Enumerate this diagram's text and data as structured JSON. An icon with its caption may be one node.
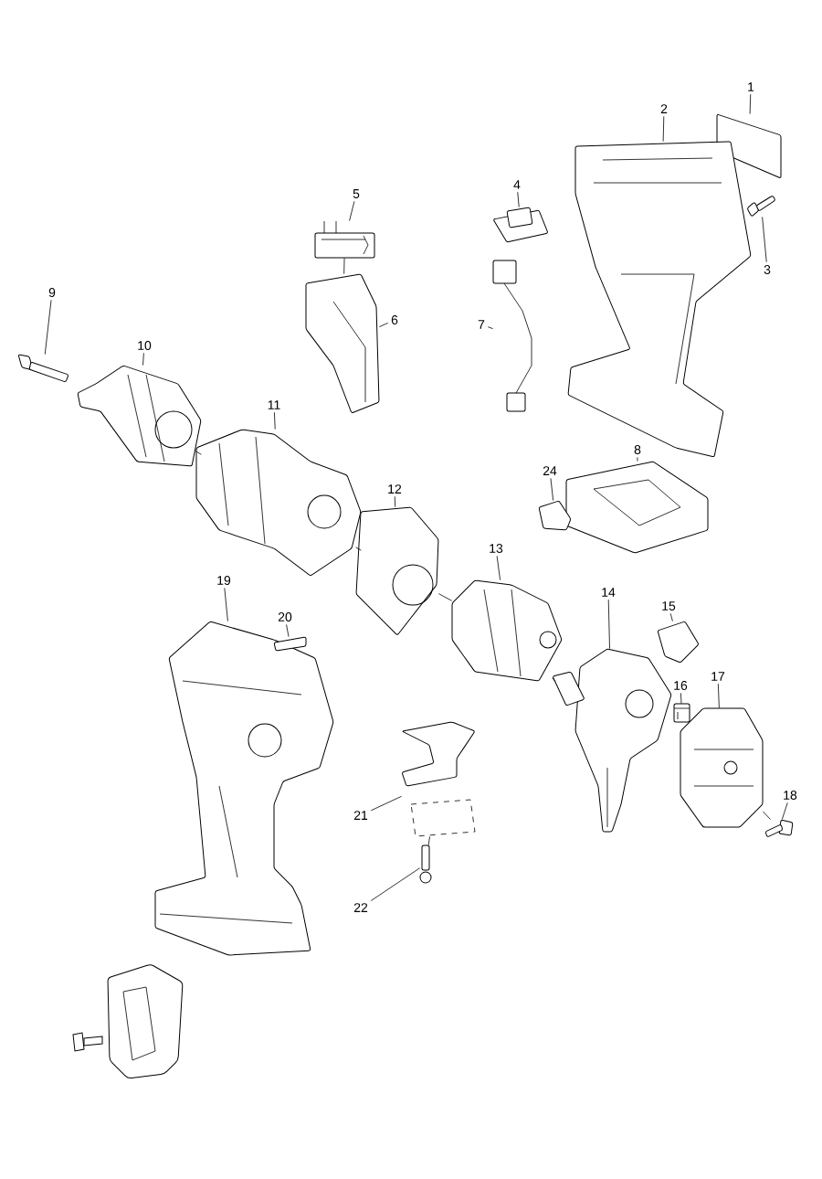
{
  "diagram": {
    "nodes": [
      {
        "text": [
          "1"
        ]
      },
      {
        "text": [],
        "shape": "picture"
      },
      {
        "text": [
          "2"
        ]
      },
      {
        "text": [],
        "shape": "picture"
      },
      {
        "text": [
          "3"
        ]
      },
      {
        "text": [],
        "shape": "picture"
      },
      {
        "text": [
          "4"
        ]
      },
      {
        "text": [],
        "shape": "picture"
      },
      {
        "text": [
          "5"
        ]
      },
      {
        "text": [],
        "shape": "picture"
      },
      {
        "text": [
          "6"
        ]
      },
      {
        "text": [],
        "shape": "picture"
      },
      {
        "text": [
          "7"
        ]
      },
      {
        "text": [],
        "shape": "picture"
      },
      {
        "text": [
          "8"
        ]
      },
      {
        "text": [],
        "shape": "picture"
      },
      {
        "text": [
          "9"
        ]
      },
      {
        "text": [],
        "shape": "picture"
      },
      {
        "text": [
          "10"
        ]
      },
      {
        "text": [],
        "shape": "picture"
      },
      {
        "text": [
          "11"
        ]
      },
      {
        "text": [],
        "shape": "picture"
      },
      {
        "text": [
          "12"
        ]
      },
      {
        "text": [],
        "shape": "picture"
      },
      {
        "text": [
          "13"
        ]
      },
      {
        "text": [],
        "shape": "picture"
      },
      {
        "text": [
          "14"
        ]
      },
      {
        "text": [],
        "shape": "picture"
      },
      {
        "text": [
          "15"
        ]
      },
      {
        "text": [],
        "shape": "picture"
      },
      {
        "text": [
          "16"
        ]
      },
      {
        "text": [],
        "shape": "picture"
      },
      {
        "text": [
          "17"
        ]
      },
      {
        "text": [],
        "shape": "picture"
      },
      {
        "text": [
          "18"
        ]
      },
      {
        "text": [],
        "shape": "picture"
      },
      {
        "text": [
          "19"
        ]
      },
      {
        "text": [],
        "shape": "picture"
      },
      {
        "text": [
          "20"
        ]
      },
      {
        "text": [],
        "shape": "picture"
      },
      {
        "text": [
          "21"
        ]
      },
      {
        "text": [],
        "shape": "picture"
      },
      {
        "text": [
          "22"
        ]
      },
      {
        "text": [],
        "shape": "picture"
      },
      {
        "text": [
          "24"
        ]
      },
      {
        "text": [],
        "shape": "picture"
      }
    ],
    "edges": [
      {
        "from": 0,
        "to": 1,
        "arrow": "none"
      },
      {
        "from": 2,
        "to": 3,
        "arrow": "none"
      },
      {
        "from": 4,
        "to": 5,
        "arrow": "none"
      },
      {
        "from": 6,
        "to": 7,
        "arrow": "none"
      },
      {
        "from": 8,
        "to": 9,
        "arrow": "none"
      },
      {
        "from": 10,
        "to": 11,
        "arrow": "none"
      },
      {
        "from": 12,
        "to": 13,
        "arrow": "none"
      },
      {
        "from": 14,
        "to": 15,
        "arrow": "none"
      },
      {
        "from": 16,
        "to": 17,
        "arrow": "none"
      },
      {
        "from": 18,
        "to": 19,
        "arrow": "none"
      },
      {
        "from": 20,
        "to": 21,
        "arrow": "none"
      },
      {
        "from": 22,
        "to": 23,
        "arrow": "none"
      },
      {
        "from": 24,
        "to": 25,
        "arrow": "none"
      },
      {
        "from": 26,
        "to": 27,
        "arrow": "none"
      },
      {
        "from": 28,
        "to": 29,
        "arrow": "none"
      },
      {
        "from": 30,
        "to": 31,
        "arrow": "none"
      },
      {
        "from": 32,
        "to": 33,
        "arrow": "none"
      },
      {
        "from": 34,
        "to": 35,
        "arrow": "none"
      },
      {
        "from": 36,
        "to": 37,
        "arrow": "none"
      },
      {
        "from": 38,
        "to": 39,
        "arrow": "none"
      },
      {
        "from": 40,
        "to": 41,
        "arrow": "none"
      },
      {
        "from": 42,
        "to": 43,
        "arrow": "none"
      },
      {
        "from": 44,
        "to": 45,
        "arrow": "none"
      },
      {
        "from": 19,
        "to": 21,
        "arrow": "none"
      },
      {
        "from": 21,
        "to": 23,
        "arrow": "none"
      },
      {
        "from": 23,
        "to": 25,
        "arrow": "none"
      },
      {
        "from": 25,
        "to": 27,
        "arrow": "none"
      },
      {
        "from": 33,
        "to": 35,
        "arrow": "none"
      },
      {
        "from": 9,
        "to": 11,
        "arrow": "none"
      },
      {
        "from": 41,
        "to": 43,
        "arrow": "none"
      }
    ]
  }
}
